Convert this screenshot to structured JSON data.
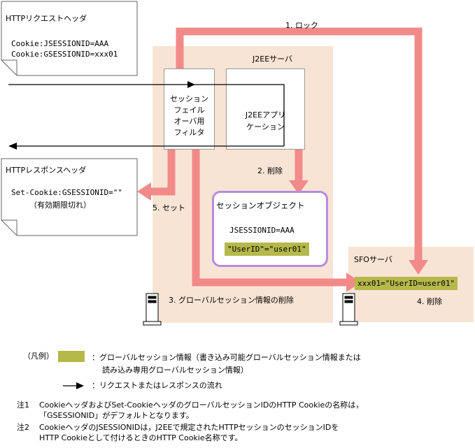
{
  "request_header": {
    "title": "HTTPリクエストヘッダ",
    "line1": "Cookie:JSESSIONID=AAA",
    "line2": "Cookie:GSESSIONID=xxx01"
  },
  "response_header": {
    "title": "HTTPレスポンスヘッダ",
    "line1": "Set-Cookie:GSESSIONID=\"\"",
    "line2": "（有効期限切れ）"
  },
  "j2ee_server": {
    "title": "J2EEサーバ",
    "filter_label": "セッション\nフェイル\nオーバ用\nフィルタ",
    "app_label": "J2EEアプリ\nケーション"
  },
  "session_object": {
    "title": "セッションオブジェクト",
    "jsessionid": "JSESSIONID=AAA",
    "userid": "\"UserID\"=\"user01\""
  },
  "sfo_server": {
    "title": "SFOサーバ",
    "entry": "xxx01=\"UserID=user01\""
  },
  "steps": {
    "lock": "1. ロック",
    "delete2": "2. 削除",
    "delete3": "3. グローバルセッション情報の削除",
    "delete4": "4. 削除",
    "set5": "5. セット"
  },
  "legend": {
    "label": "（凡例）",
    "swatch_text": "：グローバルセッション情報（書き込み可能グローバルセッション情報または",
    "swatch_text2": "読み込み専用グローバルセッション情報）",
    "arrow_text": "：リクエストまたはレスポンスの流れ"
  },
  "notes": {
    "n1_label": "注1",
    "n1_line1": "CookieヘッダおよびSet-CookieヘッダのグローバルセッションIDのHTTP Cookieの名称は，",
    "n1_line2": "「GSESSIONID」がデフォルトとなります。",
    "n2_label": "注2",
    "n2_line1": "CookieヘッダのJSESSIONIDは，J2EEで規定されたHTTPセッションのセッションIDを",
    "n2_line2": "HTTP Cookieとして付けるときのHTTP Cookie名称です。"
  },
  "colors": {
    "arrow": "#f28a8a",
    "panel": "#f8e4d4",
    "session_border": "#b78be0",
    "global_info": "#b5b84a"
  }
}
